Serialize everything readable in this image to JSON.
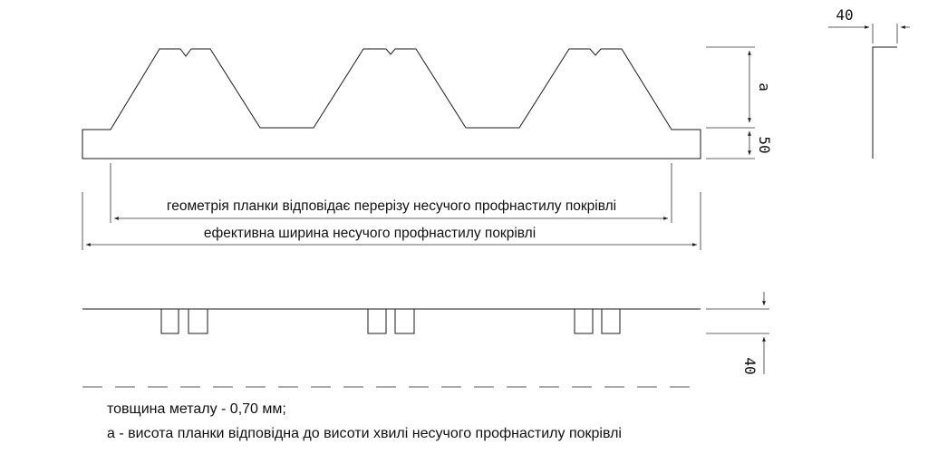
{
  "labels": {
    "geometry": "геометрія планки відповідає перерізу несучого профнастилу покрівлі",
    "effective_width": "ефективна ширина несучого профнастилу покрівлі"
  },
  "dimensions": {
    "height_a": "а",
    "base_height": "50",
    "strip_height": "40",
    "side_width": "40"
  },
  "notes": {
    "thickness": "товщина металу - 0,70 мм;",
    "height_note": "а - висота планки відповідна до висоти хвилі несучого профнастилу покрівлі"
  }
}
